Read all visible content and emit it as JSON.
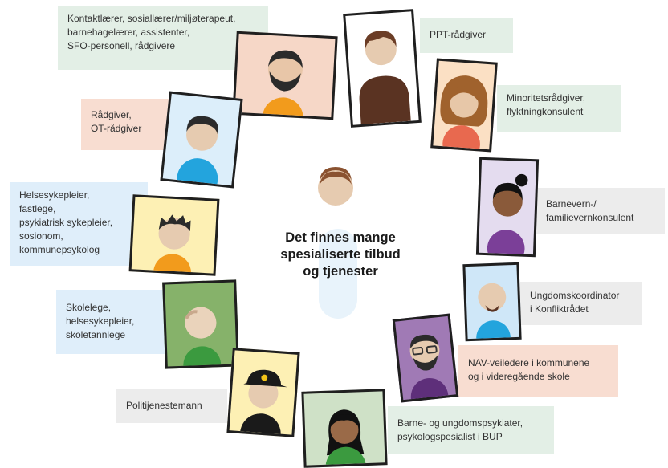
{
  "center": {
    "title_lines": [
      "Det finnes mange",
      "spesialiserte tilbud",
      "og tjenester"
    ]
  },
  "roles": [
    {
      "id": "kontaktlaerer",
      "lines": [
        "Kontaktlærer, sosiallærer/miljøterapeut,",
        "barnehagelærer, assistenter,",
        "SFO-personell, rådgivere"
      ],
      "color": "#e3efe6"
    },
    {
      "id": "ppt",
      "lines": [
        "PPT-rådgiver"
      ],
      "color": "#e3efe6"
    },
    {
      "id": "minoritet",
      "lines": [
        "Minoritetsrådgiver,",
        "flyktningkonsulent"
      ],
      "color": "#e3efe6"
    },
    {
      "id": "radgiver",
      "lines": [
        "Rådgiver,",
        "OT-rådgiver"
      ],
      "color": "#f8ddd1"
    },
    {
      "id": "barnevern",
      "lines": [
        "Barnevern-/",
        "familievernkonsulent"
      ],
      "color": "#ececec"
    },
    {
      "id": "helsesykepleier",
      "lines": [
        "Helsesykepleier,",
        "fastlege,",
        "psykiatrisk sykepleier,",
        "sosionom,",
        "kommunepsykolog"
      ],
      "color": "#dfeefa"
    },
    {
      "id": "ungdomskoordinator",
      "lines": [
        "Ungdomskoordinator",
        "i Konfliktrådet"
      ],
      "color": "#ececec"
    },
    {
      "id": "skolelege",
      "lines": [
        "Skolelege,",
        "helsesykepleier,",
        "skoletannlege"
      ],
      "color": "#dfeefa"
    },
    {
      "id": "nav",
      "lines": [
        "NAV-veiledere i kommunene",
        "og i videregående skole"
      ],
      "color": "#f8ddd1"
    },
    {
      "id": "politi",
      "lines": [
        "Politijenestemann"
      ],
      "color": "#ececec"
    },
    {
      "id": "bup",
      "lines": [
        "Barne- og ungdomspsykiater,",
        "psykologspesialist i BUP"
      ],
      "color": "#e3efe6"
    }
  ],
  "portraits": [
    {
      "id": "kontaktlaerer",
      "bg": "#f6d7c7",
      "skin": "#e8c6a8",
      "shirt": "#f29b1c",
      "hair": "#2b2b2b",
      "feature": "beard",
      "icon": "bearded-man-icon"
    },
    {
      "id": "ppt",
      "bg": "#ffffff",
      "skin": "#e6cbb0",
      "shirt": "#5a3322",
      "hair": "#6b3d26",
      "feature": "none",
      "icon": "young-man-icon"
    },
    {
      "id": "minoritet",
      "bg": "#fbe0c4",
      "skin": "#e7c7a8",
      "shirt": "#e8694f",
      "hair": "#a0622d",
      "feature": "longhair",
      "icon": "curly-hair-woman-icon"
    },
    {
      "id": "radgiver",
      "bg": "#dceefa",
      "skin": "#e6cbb0",
      "shirt": "#23a4dd",
      "hair": "#2b2b2b",
      "feature": "none",
      "icon": "man-icon"
    },
    {
      "id": "barnevern",
      "bg": "#e4dcef",
      "skin": "#8a5a3a",
      "shirt": "#7b3f98",
      "hair": "#111111",
      "feature": "bun",
      "icon": "woman-bun-icon"
    },
    {
      "id": "helsesykepleier",
      "bg": "#fdf0b4",
      "skin": "#e6cbb0",
      "shirt": "#f29b1c",
      "hair": "#2b2b2b",
      "feature": "spiky",
      "icon": "spiky-hair-man-icon"
    },
    {
      "id": "ungdomskoordinator",
      "bg": "#cfe7f8",
      "skin": "#e6cbb0",
      "shirt": "#23a4dd",
      "hair": "#d8c0a5",
      "feature": "goatee",
      "icon": "bald-man-icon"
    },
    {
      "id": "skolelege",
      "bg": "#86b26a",
      "skin": "#ead3bb",
      "shirt": "#3b9a3f",
      "hair": "#c9a88c",
      "feature": "none",
      "icon": "older-man-icon"
    },
    {
      "id": "nav",
      "bg": "#a07ab5",
      "skin": "#e6cbb0",
      "shirt": "#5e2f7a",
      "hair": "#2b2b2b",
      "feature": "glasses",
      "icon": "glasses-man-icon"
    },
    {
      "id": "politi",
      "bg": "#fdf0b4",
      "skin": "#e6cbb0",
      "shirt": "#1a1a1a",
      "hair": "#1a1a1a",
      "feature": "cap",
      "icon": "police-officer-icon"
    },
    {
      "id": "bup",
      "bg": "#cfe1c7",
      "skin": "#9a6a48",
      "shirt": "#3b9a3f",
      "hair": "#111111",
      "feature": "longhair",
      "icon": "woman-long-hair-icon"
    }
  ],
  "center_person": {
    "skin": "#e6cbb0",
    "hair": "#8a5230",
    "pill": "#e8f3fb"
  }
}
